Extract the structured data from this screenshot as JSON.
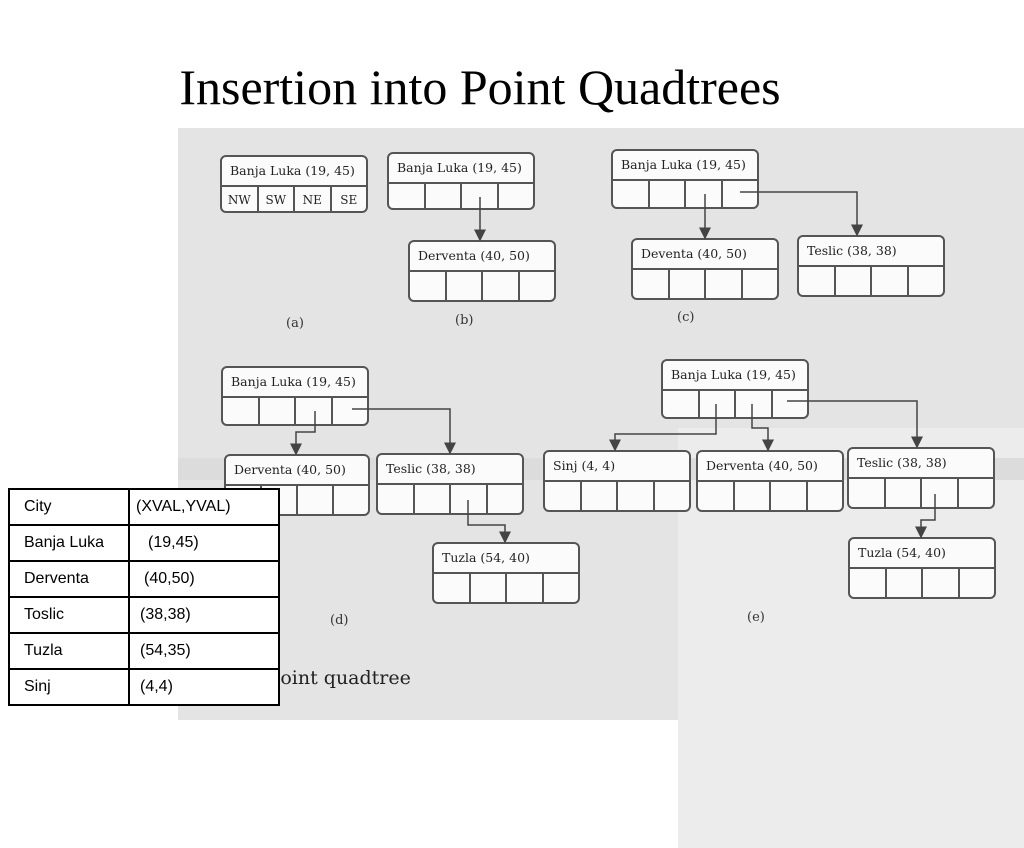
{
  "title": "Insertion into Point Quadtrees",
  "quadrants": [
    "NW",
    "SW",
    "NE",
    "SE"
  ],
  "nodes": {
    "banja_luka": "Banja Luka (19, 45)",
    "derventa": "Derventa (40, 50)",
    "deventa": "Deventa (40, 50)",
    "teslic": "Teslic (38, 38)",
    "tuzla": "Tuzla (54, 40)",
    "sinj": "Sinj (4, 4)"
  },
  "labels": {
    "a": "(a)",
    "b": "(b)",
    "c": "(c)",
    "d": "(d)",
    "e": "(e)"
  },
  "caption": "The point quadtree",
  "table": {
    "headers": [
      "City",
      "(XVAL,YVAL)"
    ],
    "rows": [
      [
        "Banja Luka",
        "(19,45)"
      ],
      [
        "Derventa",
        "(40,50)"
      ],
      [
        "Toslic",
        "(38,38)"
      ],
      [
        "Tuzla",
        "(54,35)"
      ],
      [
        "Sinj",
        "(4,4)"
      ]
    ]
  }
}
